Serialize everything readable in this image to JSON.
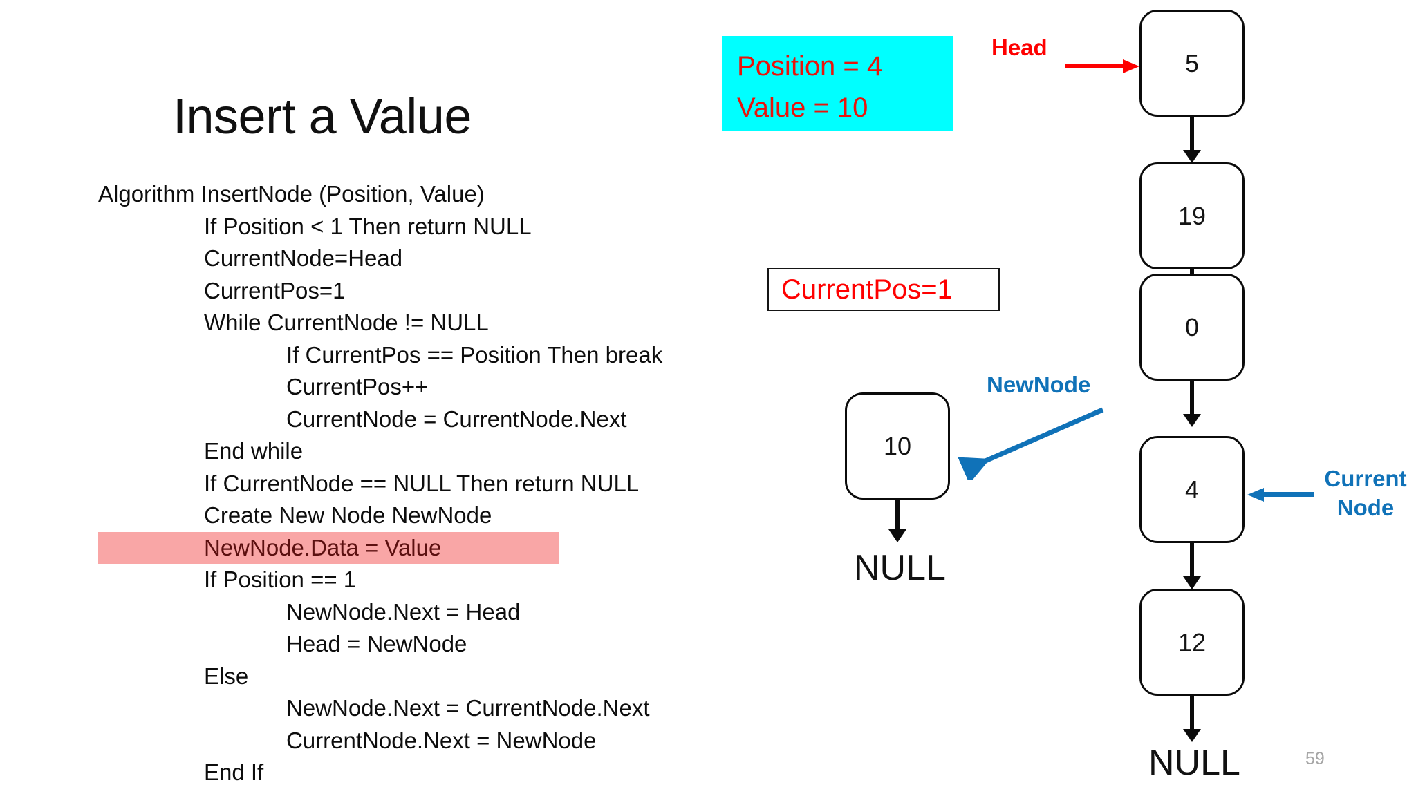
{
  "slide": {
    "title": "Insert a Value",
    "number": "59"
  },
  "algorithm": {
    "lines": [
      {
        "text": "Algorithm InsertNode (Position, Value)",
        "indent": 0,
        "highlighted": false
      },
      {
        "text": "If Position < 1 Then return NULL",
        "indent": 1,
        "highlighted": false
      },
      {
        "text": "CurrentNode=Head",
        "indent": 1,
        "highlighted": false
      },
      {
        "text": "CurrentPos=1",
        "indent": 1,
        "highlighted": false
      },
      {
        "text": "While CurrentNode != NULL",
        "indent": 1,
        "highlighted": false
      },
      {
        "text": "If CurrentPos == Position Then break",
        "indent": 2,
        "highlighted": false
      },
      {
        "text": "CurrentPos++",
        "indent": 2,
        "highlighted": false
      },
      {
        "text": "CurrentNode = CurrentNode.Next",
        "indent": 2,
        "highlighted": false
      },
      {
        "text": "End while",
        "indent": 1,
        "highlighted": false
      },
      {
        "text": "If CurrentNode == NULL Then return NULL",
        "indent": 1,
        "highlighted": false
      },
      {
        "text": "Create New Node NewNode",
        "indent": 1,
        "highlighted": false
      },
      {
        "text": "NewNode.Data = Value",
        "indent": 1,
        "highlighted": true
      },
      {
        "text": "If Position == 1",
        "indent": 1,
        "highlighted": false
      },
      {
        "text": "NewNode.Next = Head",
        "indent": 2,
        "highlighted": false
      },
      {
        "text": "Head = NewNode",
        "indent": 2,
        "highlighted": false
      },
      {
        "text": "Else",
        "indent": 1,
        "highlighted": false
      },
      {
        "text": "NewNode.Next = CurrentNode.Next",
        "indent": 2,
        "highlighted": false
      },
      {
        "text": "CurrentNode.Next = NewNode",
        "indent": 2,
        "highlighted": false
      },
      {
        "text": "End If",
        "indent": 1,
        "highlighted": false
      }
    ]
  },
  "info_box": {
    "position_line": "Position = 4",
    "value_line": "Value = 10",
    "background_color": "#00FFFF",
    "text_color": "#E8140C"
  },
  "currentpos_box": {
    "text": "CurrentPos=1",
    "text_color": "#FF0000"
  },
  "linked_list": {
    "nodes": [
      {
        "value": "5"
      },
      {
        "value": "19"
      },
      {
        "value": "0"
      },
      {
        "value": "4"
      },
      {
        "value": "12"
      }
    ],
    "terminator": "NULL",
    "head_label": "Head",
    "head_label_color": "#FE0000",
    "current_node_label_line1": "Current",
    "current_node_label_line2": "Node",
    "current_node_label_color": "#1072B8"
  },
  "new_node": {
    "value": "10",
    "terminator": "NULL",
    "label": "NewNode",
    "label_color": "#1072B8"
  }
}
